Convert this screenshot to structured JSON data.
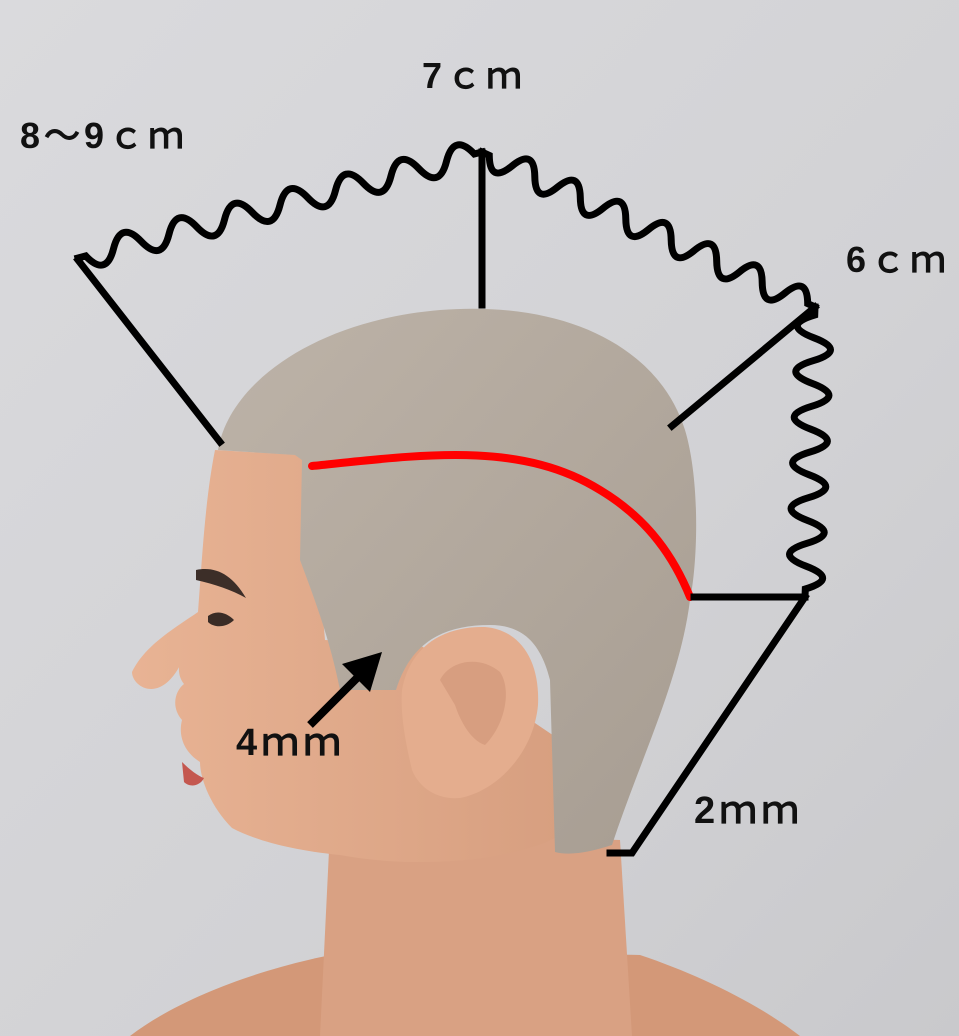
{
  "figure": {
    "labels": {
      "top": "7ｃｍ",
      "left": "8～9ｃｍ",
      "right": "6ｃｍ",
      "temple": "4ｍｍ",
      "nape": "2ｍｍ"
    },
    "colors": {
      "background": "#d4d4d8",
      "skin": "#e2ac8c",
      "cap": "#b3aa9f",
      "lines": "#000000",
      "cut_guide": "#ff0000"
    }
  }
}
